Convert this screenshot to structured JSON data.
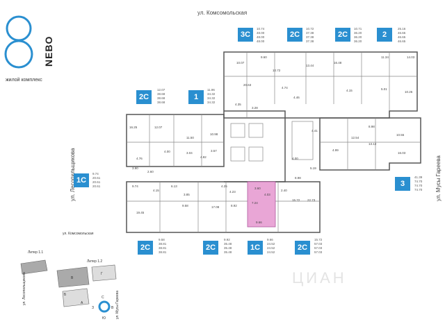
{
  "logo": {
    "word": "NEBO",
    "tagline": "жилой комплекс"
  },
  "streets": {
    "top": "ул. Комсомольская",
    "left": "ул. Лесопильщикова",
    "right": "ул. Мусы Гареева"
  },
  "apartments": [
    {
      "type": "3С",
      "areas": [
        "10.74",
        "48.00",
        "48.00",
        "48.00"
      ]
    },
    {
      "type": "2С",
      "areas": [
        "10.72",
        "37.38",
        "37.38",
        "37.38"
      ]
    },
    {
      "type": "2С",
      "areas": [
        "10.71",
        "36.20",
        "36.20",
        "36.20"
      ]
    },
    {
      "type": "2",
      "areas": [
        "25.16",
        "46.65",
        "46.65",
        "46.65"
      ]
    },
    {
      "type": "2С",
      "areas": [
        "12.07",
        "38.68",
        "38.68",
        "38.68"
      ]
    },
    {
      "type": "1",
      "areas": [
        "11.96",
        "34.32",
        "34.32",
        "34.32"
      ]
    },
    {
      "type": "1С",
      "areas": [
        "9.74",
        "20.61",
        "20.61",
        "20.61"
      ]
    },
    {
      "type": "3",
      "areas": [
        "41.39",
        "74.70",
        "74.70",
        "74.70"
      ]
    },
    {
      "type": "2С",
      "areas": [
        "9.58",
        "38.81",
        "38.81",
        "38.81"
      ]
    },
    {
      "type": "2С",
      "areas": [
        "9.92",
        "35.48",
        "35.48",
        "35.48"
      ]
    },
    {
      "type": "1С",
      "areas": [
        "9.66",
        "24.52",
        "24.52",
        "24.52"
      ]
    },
    {
      "type": "2С",
      "areas": [
        "15.72",
        "57.03",
        "57.03",
        "57.03"
      ]
    }
  ],
  "rooms": [
    "10.07",
    "9.60",
    "10.72",
    "13.44",
    "16.48",
    "11.34",
    "14.03",
    "20.63",
    "4.74",
    "4.46",
    "4.15",
    "5.01",
    "10.26",
    "3.28",
    "4.35",
    "16.25",
    "12.07",
    "11.50",
    "10.98",
    "3.57",
    "4.76",
    "3.04",
    "4.82",
    "4.00",
    "4.00",
    "4.41",
    "8.98",
    "10.55",
    "12.54",
    "13.12",
    "16.03",
    "4.99",
    "3.90",
    "2.60",
    "9.74",
    "4.15",
    "6.13",
    "4.25",
    "3.60",
    "4.03",
    "8.98",
    "5.19",
    "2.40",
    "19.45",
    "9.58",
    "17.08",
    "8.92",
    "4.23",
    "7.24",
    "9.66",
    "15.72",
    "22.73",
    "3.85"
  ],
  "highlight": {
    "color": "#e9a6d6"
  },
  "site": {
    "street_top": "ул. Комсомольская",
    "street_left": "ул. Лесопильщикова",
    "street_right": "ул. Мусы Гареева",
    "liter_1_1": "Литер 1.1",
    "liter_1_2": "Литер 1.2",
    "blocks": [
      "В",
      "Б",
      "А",
      "Г"
    ],
    "compass": {
      "n": "С",
      "e": "В",
      "s": "Ю",
      "w": "З"
    }
  },
  "watermark": "ЦИАН"
}
